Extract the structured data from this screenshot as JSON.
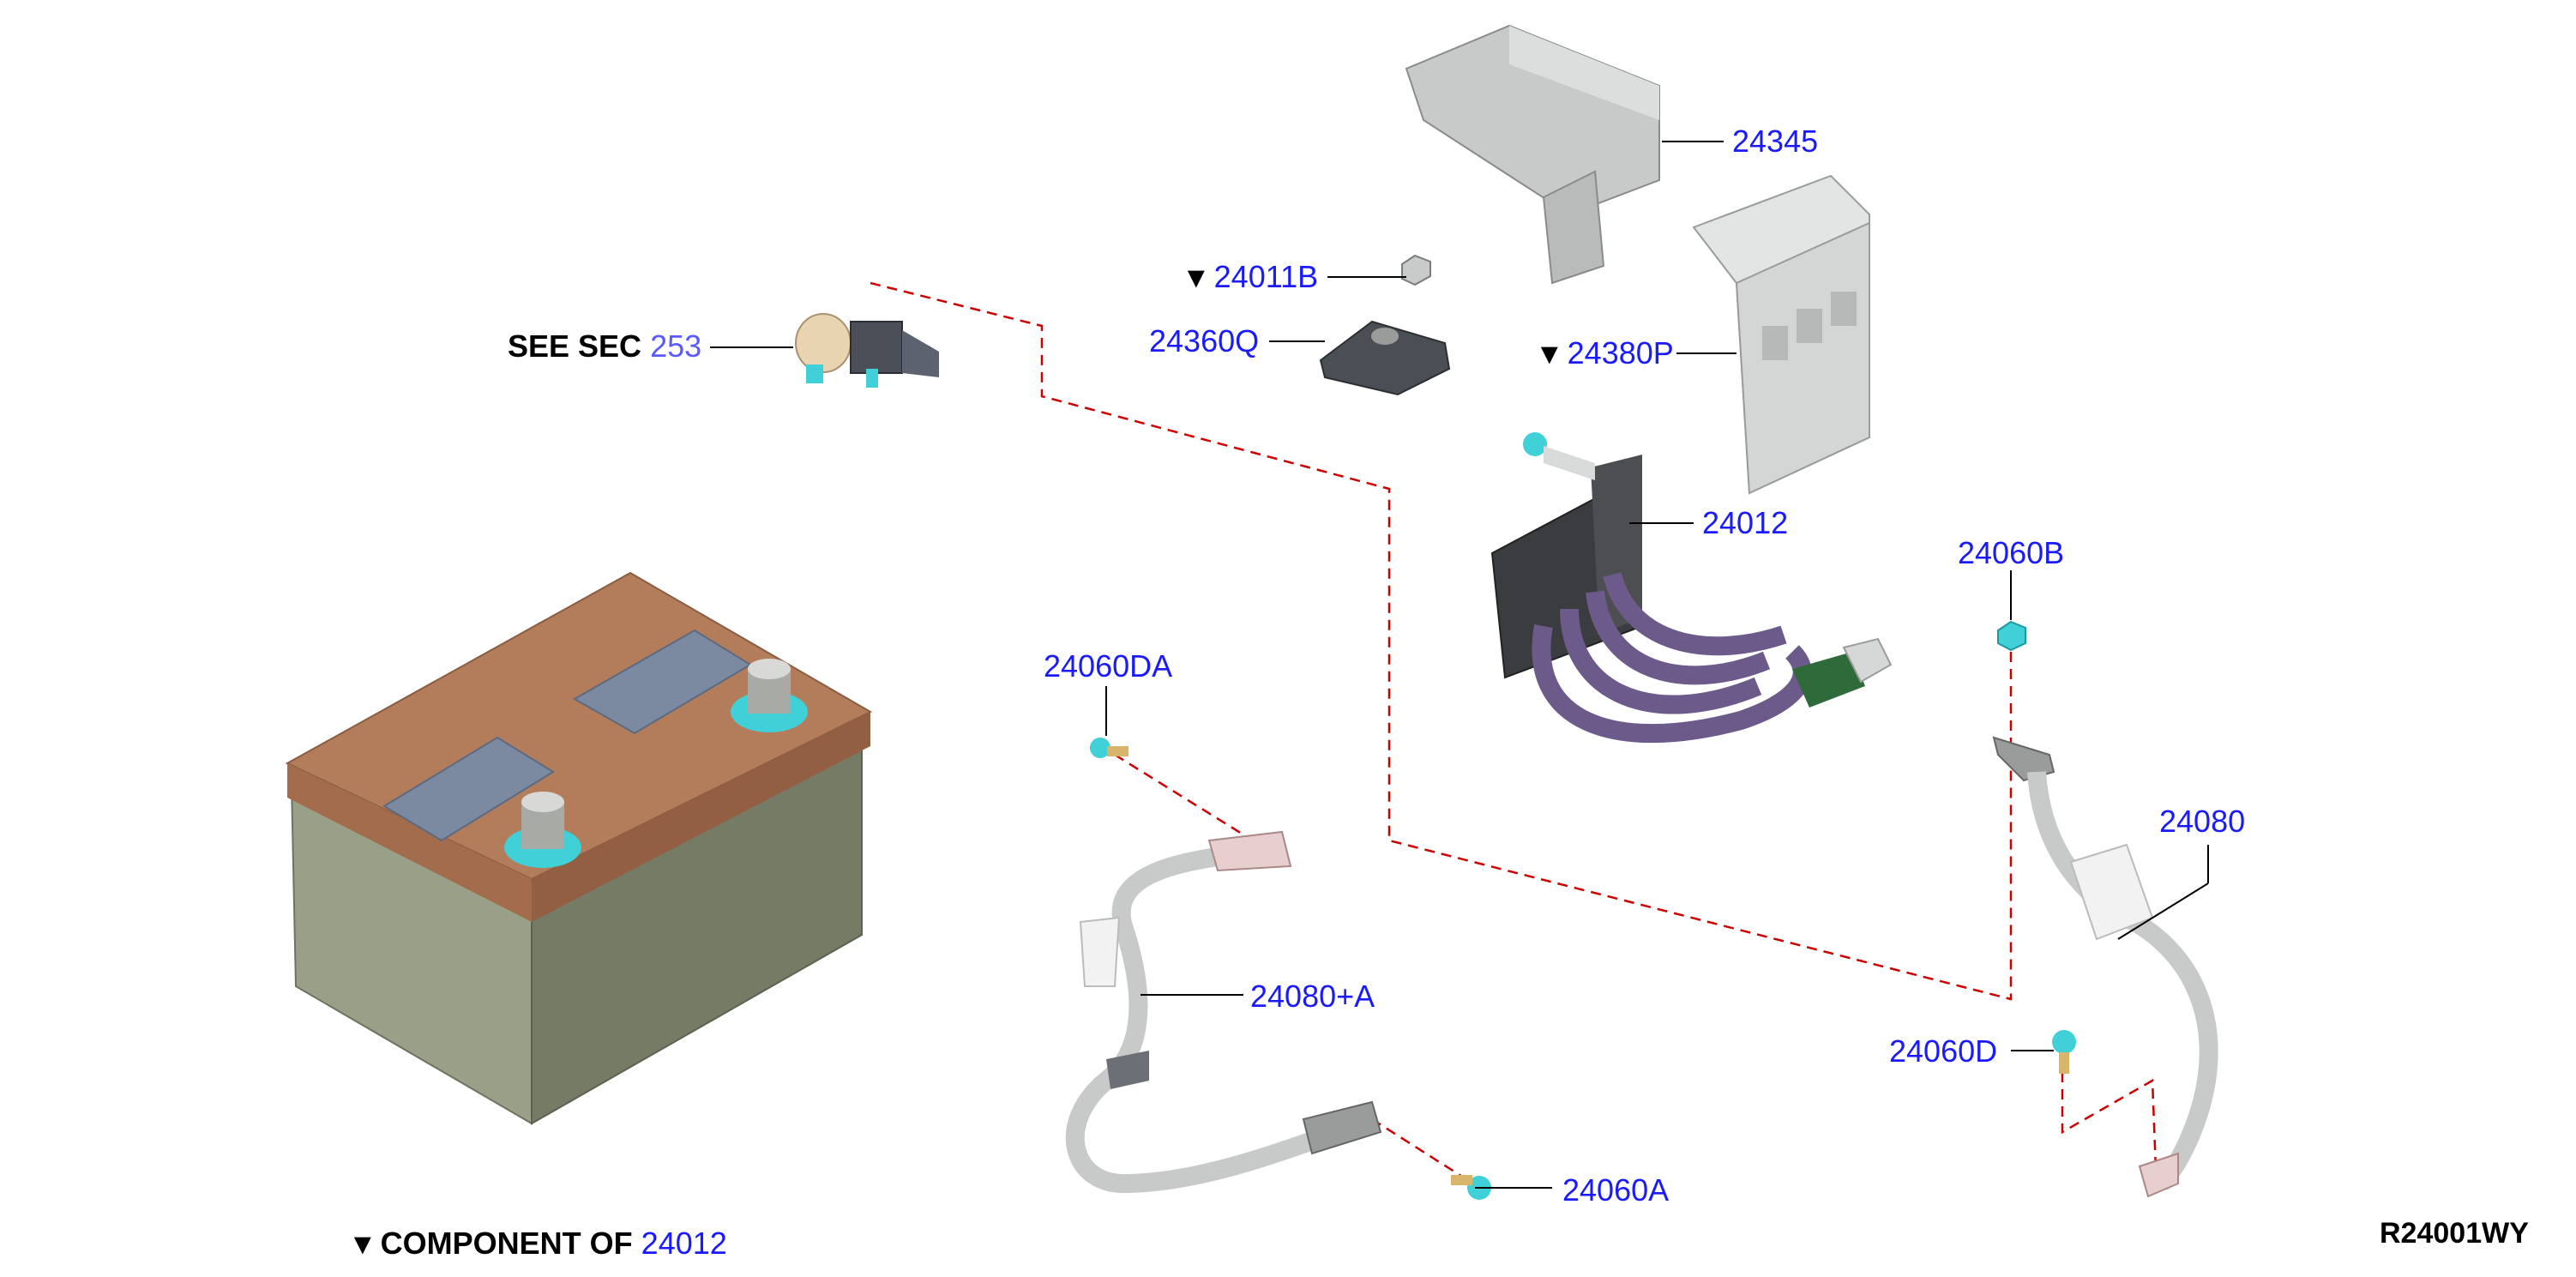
{
  "diagram_code": "R24001WY",
  "parts": [
    {
      "id": "p24345",
      "label": "24345",
      "marked": false
    },
    {
      "id": "p24011B",
      "label": "24011B",
      "marked": true
    },
    {
      "id": "p24360Q",
      "label": "24360Q",
      "marked": false
    },
    {
      "id": "p24380P",
      "label": "24380P",
      "marked": true
    },
    {
      "id": "p24012",
      "label": "24012",
      "marked": false
    },
    {
      "id": "p24060B",
      "label": "24060B",
      "marked": false
    },
    {
      "id": "p24060DA",
      "label": "24060DA",
      "marked": false
    },
    {
      "id": "p24080",
      "label": "24080",
      "marked": false
    },
    {
      "id": "p24080A",
      "label": "24080+A",
      "marked": false
    },
    {
      "id": "p24060D",
      "label": "24060D",
      "marked": false
    },
    {
      "id": "p24060A",
      "label": "24060A",
      "marked": false
    }
  ],
  "see_section": {
    "prefix": "SEE SEC",
    "number": "253"
  },
  "footnote": {
    "marker": "▼",
    "text": "COMPONENT OF",
    "ref": "24012"
  },
  "colors": {
    "label_blue": "#1a1aff",
    "leader_dash": "#cc0000",
    "battery_top": "#b07a5a",
    "battery_side": "#8a9078",
    "cable_purple": "#6b5a8a",
    "fastener_cyan": "#3fd0d8"
  }
}
